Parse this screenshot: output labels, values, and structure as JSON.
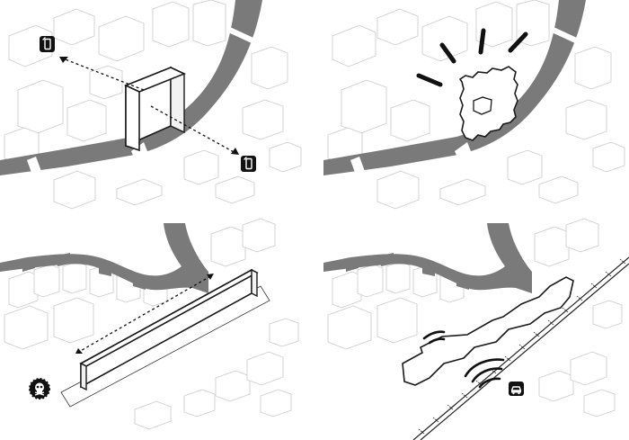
{
  "figure": {
    "panels": [
      {
        "id": "top-left",
        "icons": [
          "phone-icon",
          "phone-icon"
        ]
      },
      {
        "id": "top-right",
        "icons": []
      },
      {
        "id": "bottom-left",
        "icons": [
          "skull-icon"
        ]
      },
      {
        "id": "bottom-right",
        "icons": [
          "car-icon"
        ]
      }
    ],
    "colors": {
      "river": "#7a7a7a",
      "outline": "#1a1a1a",
      "context_buildings": "#c9c9c9",
      "badge": "#111111"
    }
  }
}
